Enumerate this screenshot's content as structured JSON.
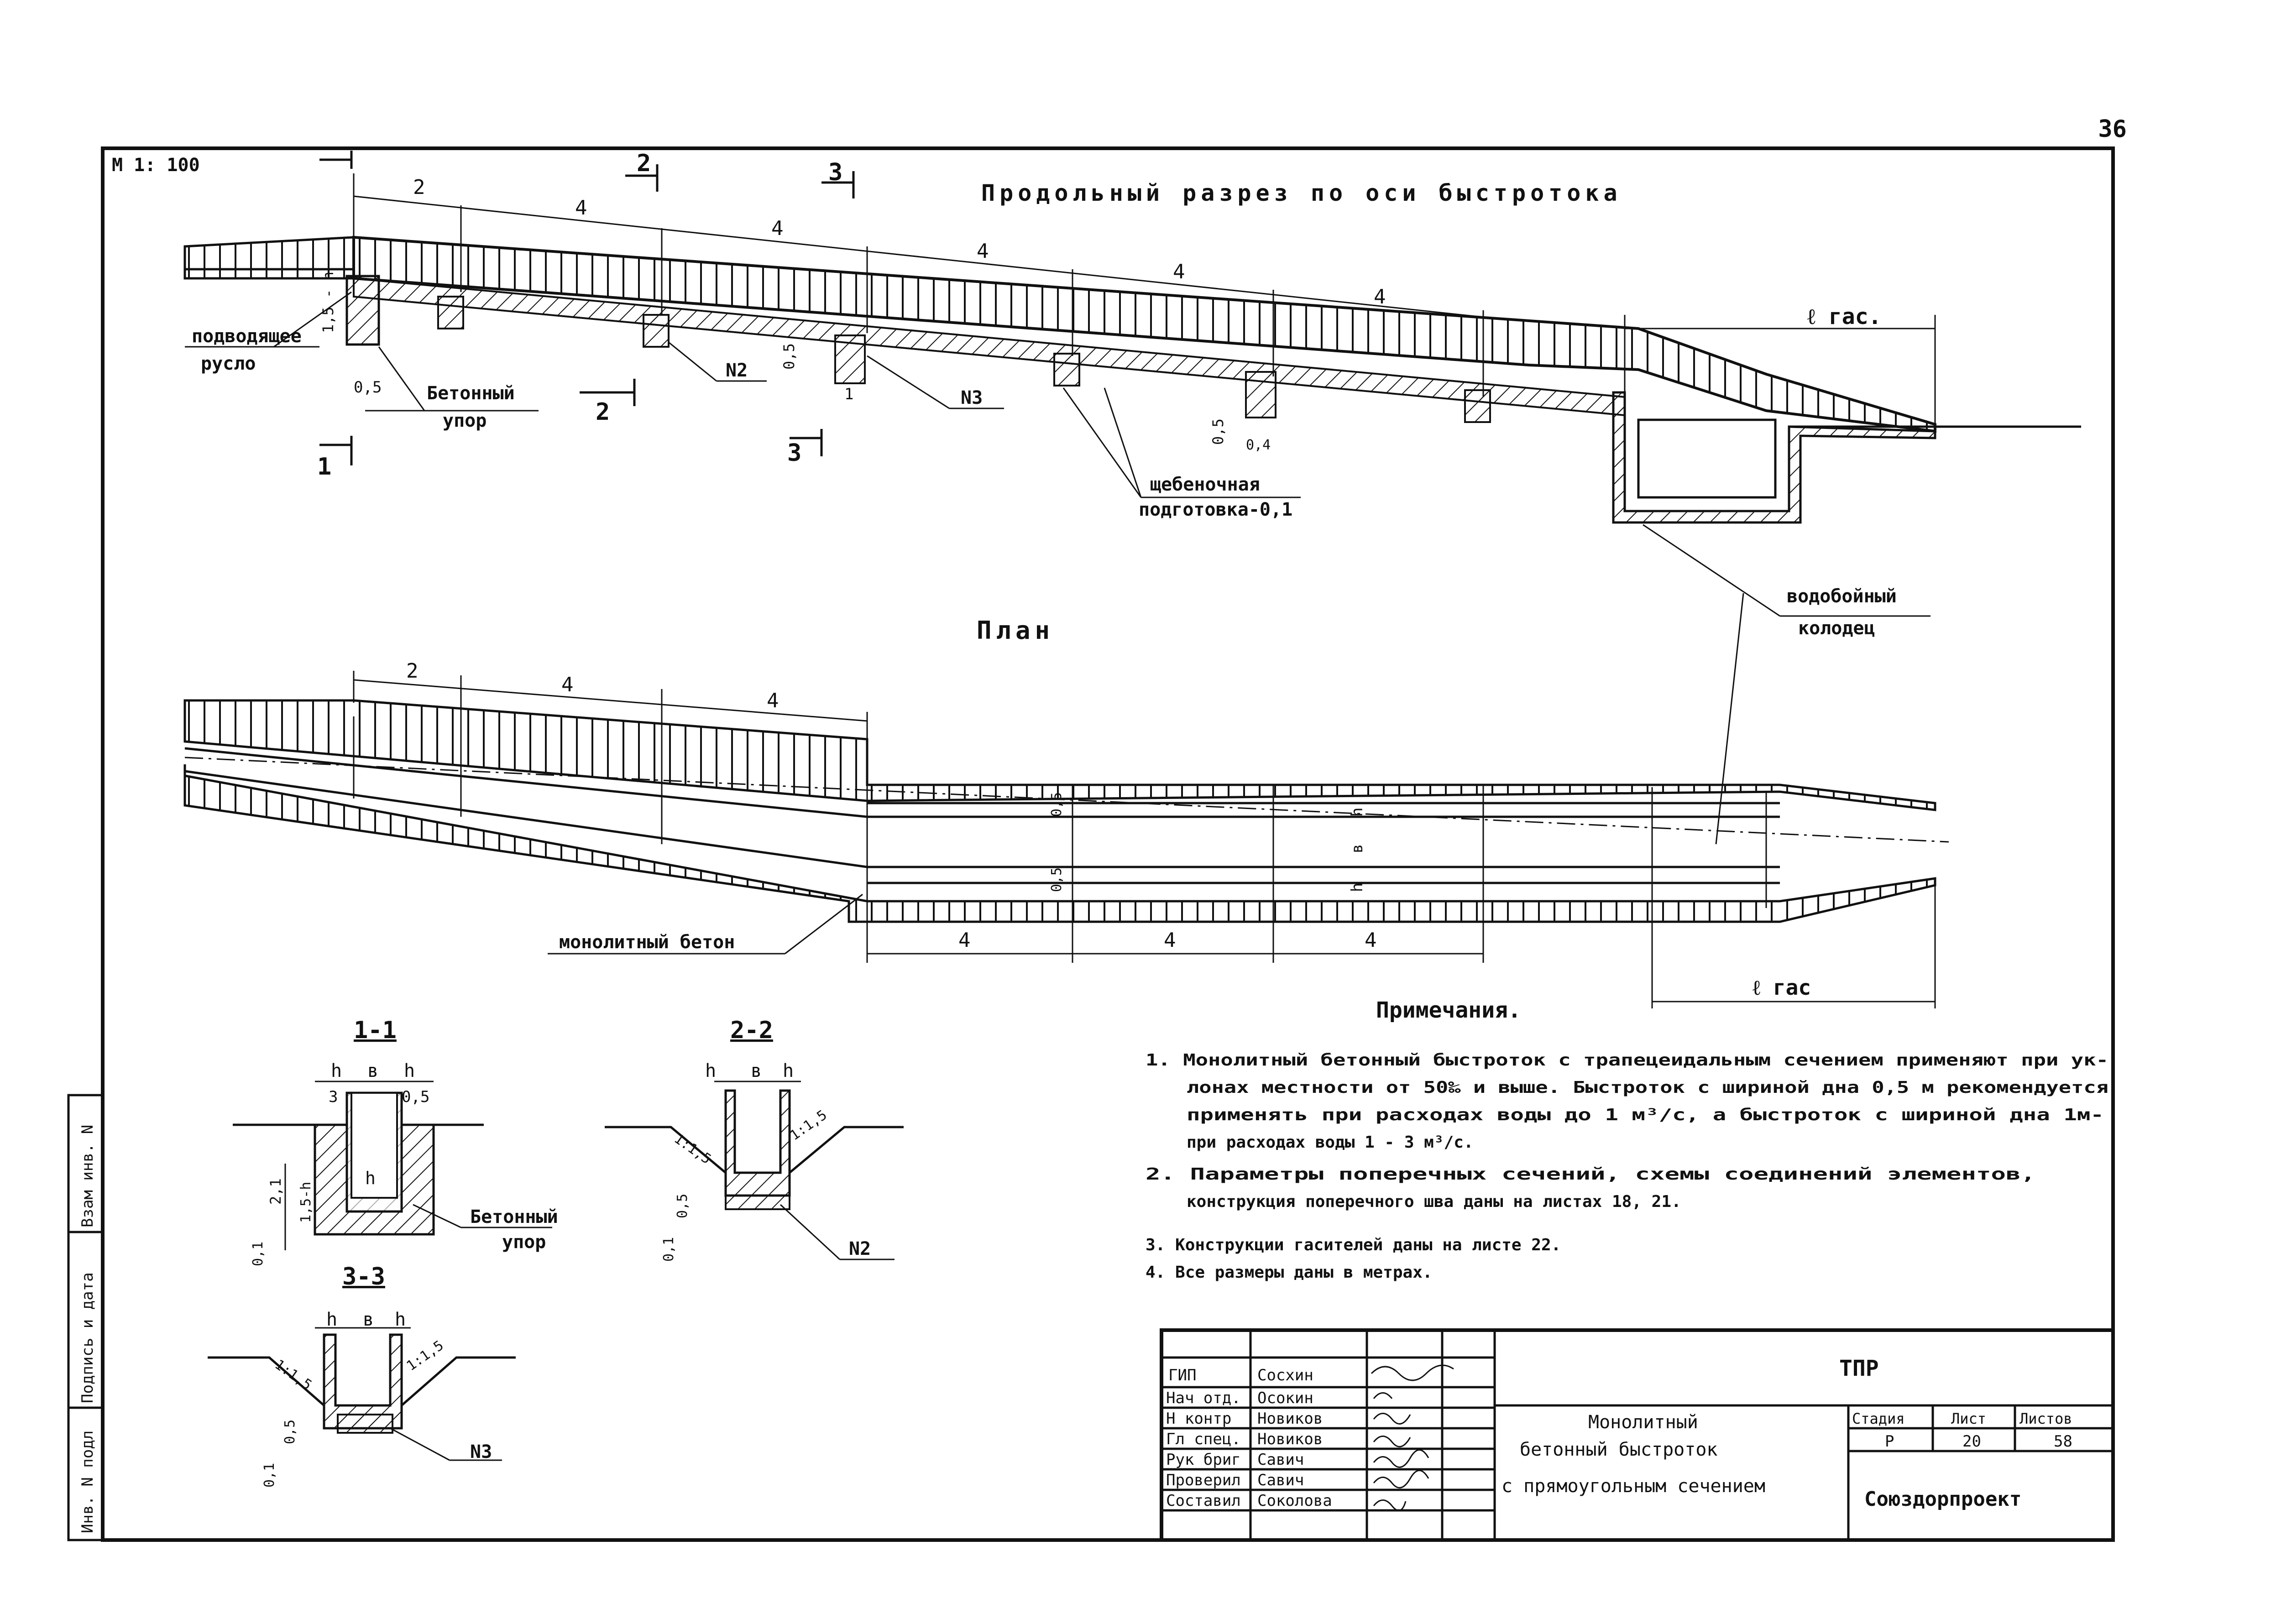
{
  "sheet": {
    "page_number": "36",
    "scale": "М 1: 100"
  },
  "longitudinal_section": {
    "title": "Продольный разрез по оси быстротока",
    "dims": [
      "2",
      "4",
      "4",
      "4",
      "4",
      "4"
    ],
    "l_gas": "ℓ гас.",
    "dim_05": "0,5",
    "dim_15h": "1,5 - h",
    "dim_05b": "0,5",
    "dim_05c": "0,5",
    "dim_04": "0,4",
    "dim_1": "1",
    "section_marks": [
      "1",
      "2",
      "3"
    ],
    "labels": {
      "channel_1": "подводящее",
      "channel_2": "русло",
      "stop_1": "Бетонный",
      "stop_2": "упор",
      "n2": "N2",
      "n3": "N3",
      "gravel_1": "щебеночная",
      "gravel_2": "подготовка-0,1",
      "well_1": "водобойный",
      "well_2": "колодец"
    }
  },
  "plan": {
    "title": "План",
    "dims_top": [
      "2",
      "4",
      "4"
    ],
    "dims_bottom": [
      "4",
      "4",
      "4"
    ],
    "l_gas": "ℓ гас",
    "dim_05a": "0,5",
    "dim_05b": "0,5",
    "h1": "h",
    "b": "в",
    "h2": "h",
    "concrete_label": "монолитный бетон"
  },
  "cross_sections": {
    "s11": {
      "title": "1-1",
      "top": [
        "h",
        "в",
        "h"
      ],
      "dims": [
        "3",
        "0,5"
      ],
      "left_dims": [
        "2,1",
        "1,5-h",
        "0,1"
      ],
      "inner": "h",
      "label_1": "Бетонный",
      "label_2": "упор"
    },
    "s22": {
      "title": "2-2",
      "top": [
        "h",
        "в",
        "h"
      ],
      "slope": "1:1,5",
      "left_dims": [
        "0,5",
        "0,1"
      ],
      "label": "N2"
    },
    "s33": {
      "title": "3-3",
      "top": [
        "h",
        "в",
        "h"
      ],
      "slope": "1:1,5",
      "left_dims": [
        "0,5",
        "0,1"
      ],
      "label": "N3"
    }
  },
  "notes": {
    "title": "Примечания.",
    "items": [
      "1. Монолитный бетонный быстроток с трапецеидальным сечением применяют при ук-",
      "лонах местности от 50‰ и выше. Быстроток с шириной дна 0,5 м рекомендуется",
      "применять при расходах воды до 1 м³/с, а быстроток с шириной дна 1м-",
      "при расходах воды 1 - 3 м³/с.",
      "2. Параметры поперечных сечений, схемы соединений элементов,",
      "конструкция поперечного шва даны на листах 18, 21.",
      "3. Конструкции гасителей даны на листе 22.",
      "4. Все размеры даны в метрах."
    ]
  },
  "side_stamp": [
    "Инв. N подл",
    "Подпись и дата",
    "Взам инв. N"
  ],
  "title_block": {
    "roles": [
      "ГИП",
      "Нач отд.",
      "Н контр",
      "Гл спец.",
      "Рук бриг",
      "Проверил",
      "Составил"
    ],
    "names": [
      "Сосхин",
      "Осокин",
      "Новиков",
      "Новиков",
      "Савич",
      "Савич",
      "Соколова"
    ],
    "code": "ТПР",
    "desc_1": "Монолитный",
    "desc_2": "бетонный быстроток",
    "desc_3": "с прямоугольным сечением",
    "stage_h": "Стадия",
    "sheet_h": "Лист",
    "sheets_h": "Листов",
    "stage": "Р",
    "sheet": "20",
    "sheets": "58",
    "org": "Союздорпроект"
  }
}
